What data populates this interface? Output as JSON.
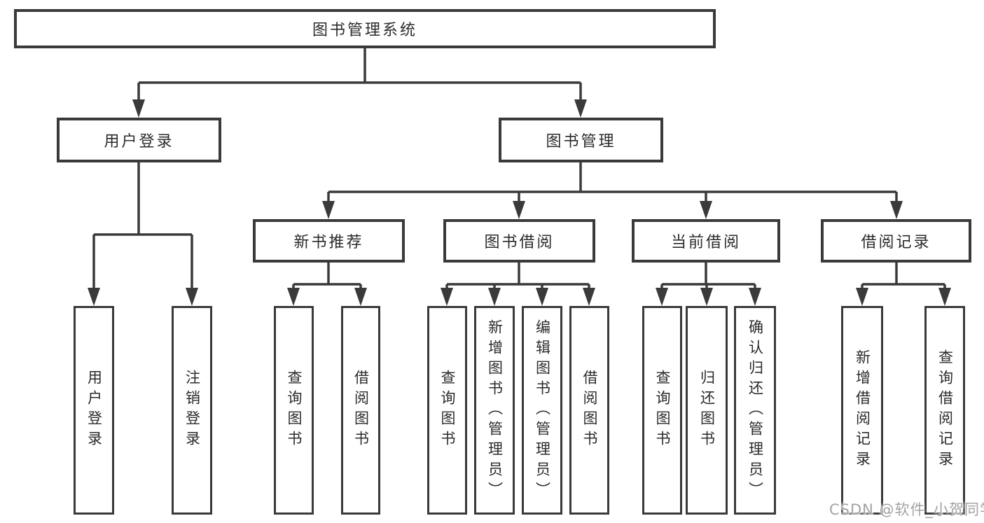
{
  "diagram": {
    "root_label": "图书管理系统",
    "user_branch": {
      "label": "用户登录",
      "children": [
        "用户登录",
        "注销登录"
      ]
    },
    "book_branch": {
      "label": "图书管理",
      "sections": [
        {
          "label": "新书推荐",
          "children": [
            "查询图书",
            "借阅图书"
          ]
        },
        {
          "label": "图书借阅",
          "children": [
            "查询图书",
            "新增图书（管理员）",
            "编辑图书（管理员）",
            "借阅图书"
          ]
        },
        {
          "label": "当前借阅",
          "children": [
            "查询图书",
            "归还图书",
            "确认归还（管理员）"
          ]
        },
        {
          "label": "借阅记录",
          "children": [
            "新增借阅记录",
            "查询借阅记录"
          ]
        }
      ]
    }
  },
  "watermark": {
    "text": "CSDN @软件_小贺同学"
  },
  "colors": {
    "line": "#3a3a3a",
    "box_border": "#3a3a3a",
    "text": "#2b2b2b",
    "watermark": "#a3a3a3",
    "background": "#ffffff"
  }
}
